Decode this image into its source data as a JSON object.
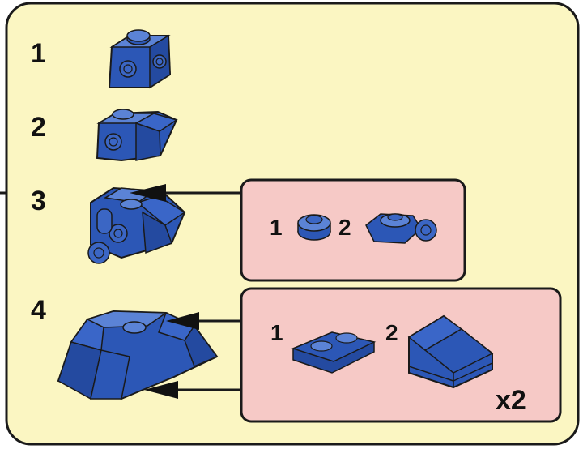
{
  "colors": {
    "page_background": "#fbf6c2",
    "sub_panel_background": "#f6c9c6",
    "border": "#1a1a1a",
    "brick_blue": "#2c57b6",
    "brick_light": "#5b83d6",
    "brick_dark": "#17357c"
  },
  "steps": [
    {
      "number": "1",
      "brick": "blue 1x1 brick with studs on two sides"
    },
    {
      "number": "2",
      "brick": "blue 1x1 brick with slope attached"
    },
    {
      "number": "3",
      "brick": "assembly with round plate and clip attached"
    },
    {
      "number": "4",
      "brick": "assembly with two slope pairs attached"
    }
  ],
  "subassembly_a": {
    "steps": [
      {
        "number": "1",
        "brick": "1x1 round plate"
      },
      {
        "number": "2",
        "brick": "1x1 round plate with clip"
      }
    ]
  },
  "subassembly_b": {
    "steps": [
      {
        "number": "1",
        "brick": "1x2 plate"
      },
      {
        "number": "2",
        "brick": "1x2 slope on 1x2 brick"
      }
    ],
    "multiplier": "x2"
  }
}
